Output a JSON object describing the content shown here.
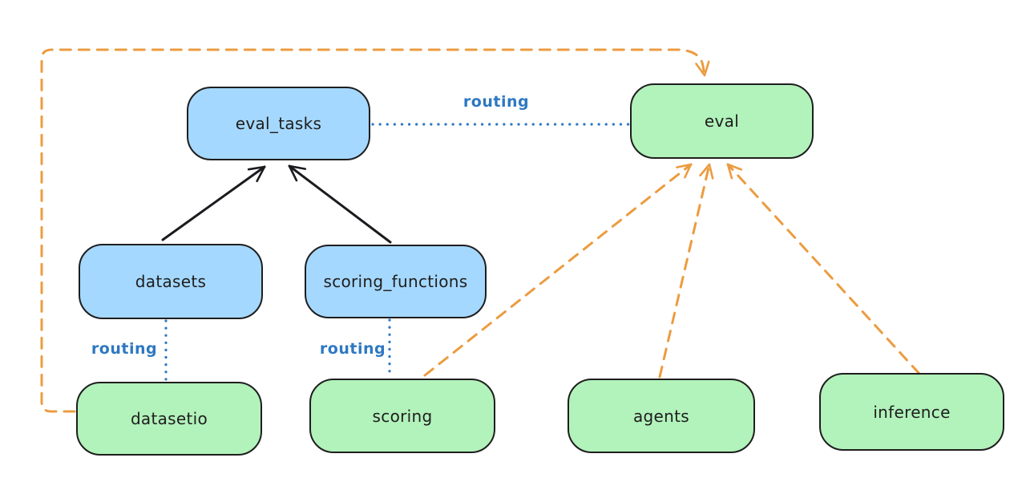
{
  "diagram": {
    "background": "#ffffff",
    "nodes": [
      {
        "id": "eval_tasks",
        "label": "eval_tasks",
        "kind": "api"
      },
      {
        "id": "eval",
        "label": "eval",
        "kind": "provider"
      },
      {
        "id": "datasets",
        "label": "datasets",
        "kind": "api"
      },
      {
        "id": "scoring_functions",
        "label": "scoring_functions",
        "kind": "api"
      },
      {
        "id": "datasetio",
        "label": "datasetio",
        "kind": "provider"
      },
      {
        "id": "scoring",
        "label": "scoring",
        "kind": "provider"
      },
      {
        "id": "agents",
        "label": "agents",
        "kind": "provider"
      },
      {
        "id": "inference",
        "label": "inference",
        "kind": "provider"
      }
    ],
    "edges": [
      {
        "from": "datasets",
        "to": "eval_tasks",
        "style": "solid-black-arrow",
        "label": ""
      },
      {
        "from": "scoring_functions",
        "to": "eval_tasks",
        "style": "solid-black-arrow",
        "label": ""
      },
      {
        "from": "eval_tasks",
        "to": "eval",
        "style": "dotted-blue",
        "label": "routing"
      },
      {
        "from": "datasets",
        "to": "datasetio",
        "style": "dotted-blue",
        "label": "routing"
      },
      {
        "from": "scoring_functions",
        "to": "scoring",
        "style": "dotted-blue",
        "label": "routing"
      },
      {
        "from": "datasetio",
        "to": "eval",
        "style": "dashed-orange-arrow",
        "label": ""
      },
      {
        "from": "scoring",
        "to": "eval",
        "style": "dashed-orange-arrow",
        "label": ""
      },
      {
        "from": "agents",
        "to": "eval",
        "style": "dashed-orange-arrow",
        "label": ""
      },
      {
        "from": "inference",
        "to": "eval",
        "style": "dashed-orange-arrow",
        "label": ""
      }
    ],
    "colors": {
      "api_fill": "#a5d8ff",
      "provider_fill": "#b2f2bb",
      "node_border": "#1e1e1e",
      "routing_blue": "#2e78c2",
      "orange": "#eb9c40",
      "black_arrow": "#1b1b1f"
    }
  }
}
